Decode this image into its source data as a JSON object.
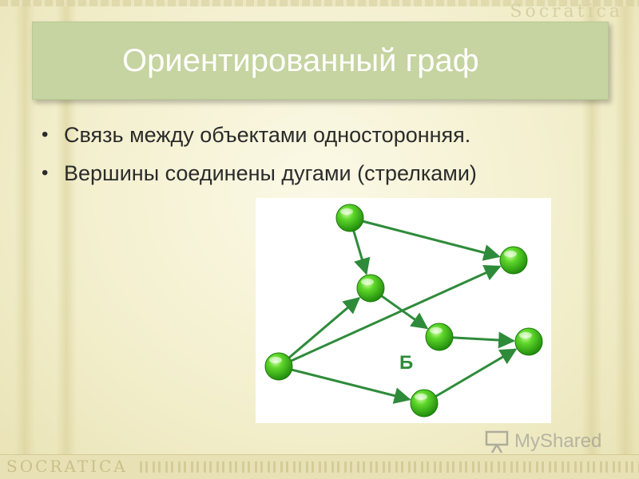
{
  "slide": {
    "title": "Ориентированный граф",
    "bullets": [
      "Связь между объектами односторонняя.",
      "Вершины соединены дугами (стрелками)"
    ]
  },
  "decor": {
    "brand_top": "Socratica",
    "brand_bottom": "SOCRATICA"
  },
  "graph": {
    "label": "Б",
    "node_color": "#3bbf1a",
    "edge_color": "#2e8b3a",
    "nodes": [
      "v1",
      "v2",
      "v3",
      "v4",
      "v5",
      "v6",
      "v7"
    ],
    "edges": [
      [
        "v1",
        "v2"
      ],
      [
        "v1",
        "v3"
      ],
      [
        "v2",
        "v4"
      ],
      [
        "v5",
        "v2"
      ],
      [
        "v5",
        "v3"
      ],
      [
        "v5",
        "v6"
      ],
      [
        "v4",
        "v7"
      ],
      [
        "v6",
        "v7"
      ]
    ]
  },
  "watermark": {
    "text": "MyShared",
    "icon": "presentation-board-icon"
  }
}
